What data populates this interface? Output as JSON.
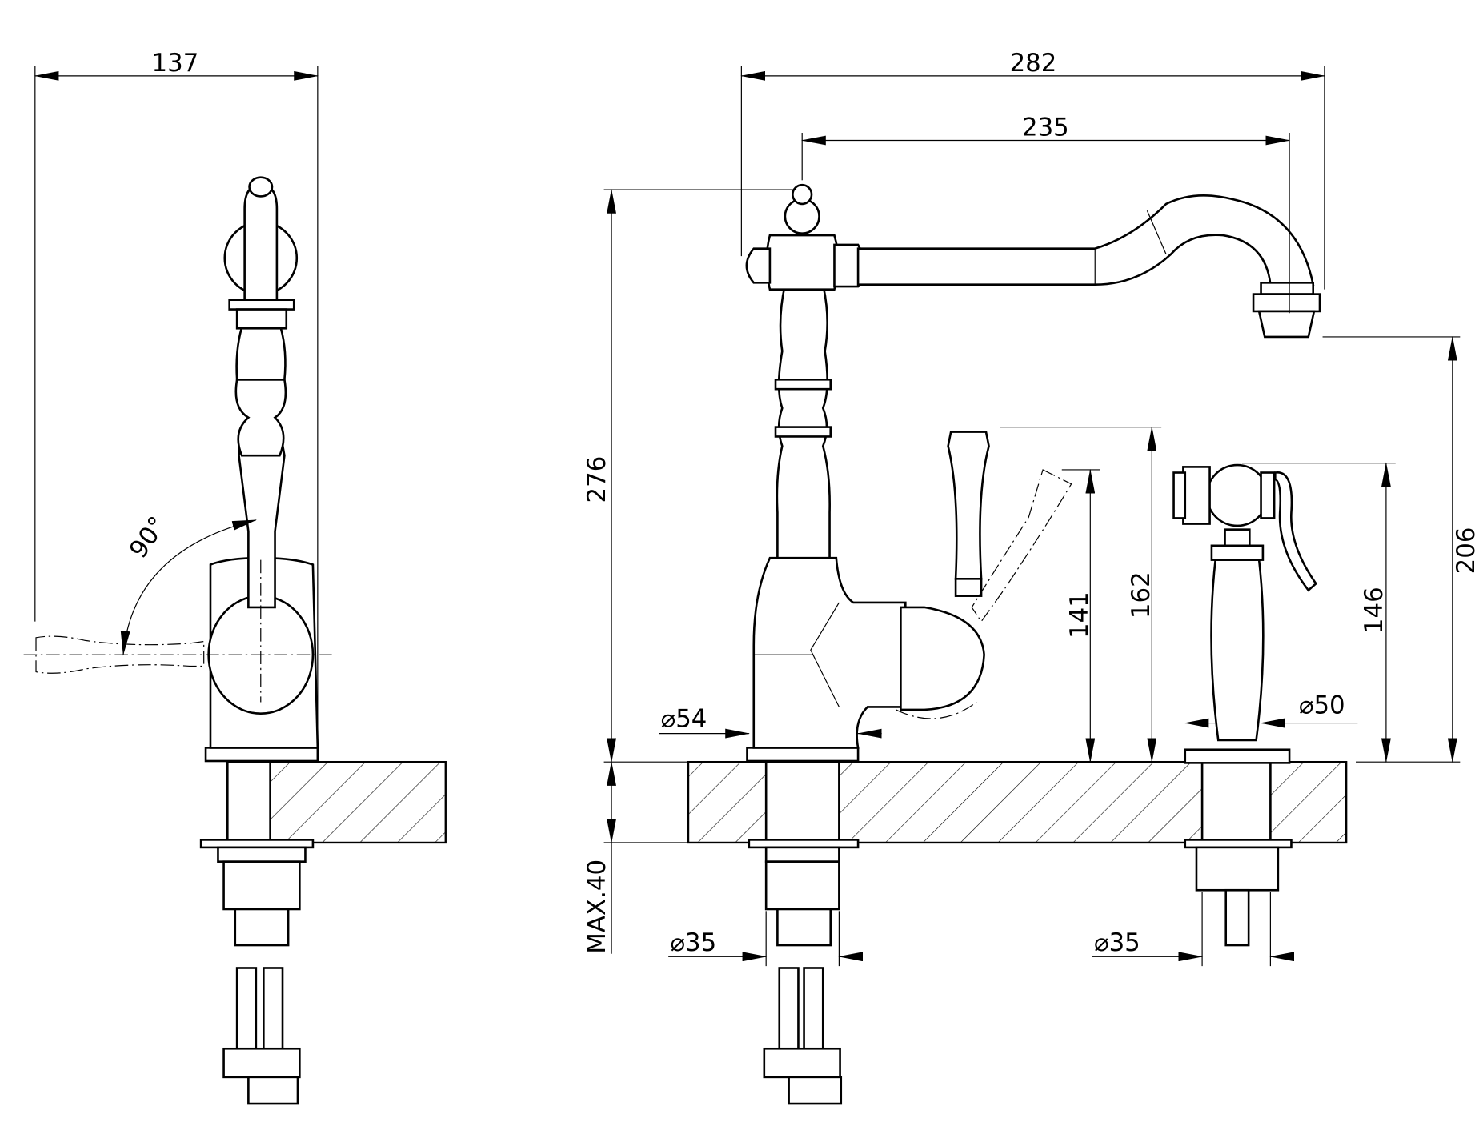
{
  "title": "Kitchen mixer with side spray - dimension drawing",
  "dimensions": {
    "side_width": "137",
    "overall_reach": "282",
    "spout_reach": "235",
    "overall_height": "276",
    "spout_outlet_height": "206",
    "lever_height": "162",
    "lever_swing_height": "141",
    "spray_height": "146",
    "base_diameter": "⌀54",
    "spray_base_diameter": "⌀50",
    "tap_hole_diameter": "⌀35",
    "spray_hole_diameter": "⌀35",
    "max_counter_thickness": "MAX.40",
    "lever_rotation": "90°"
  }
}
